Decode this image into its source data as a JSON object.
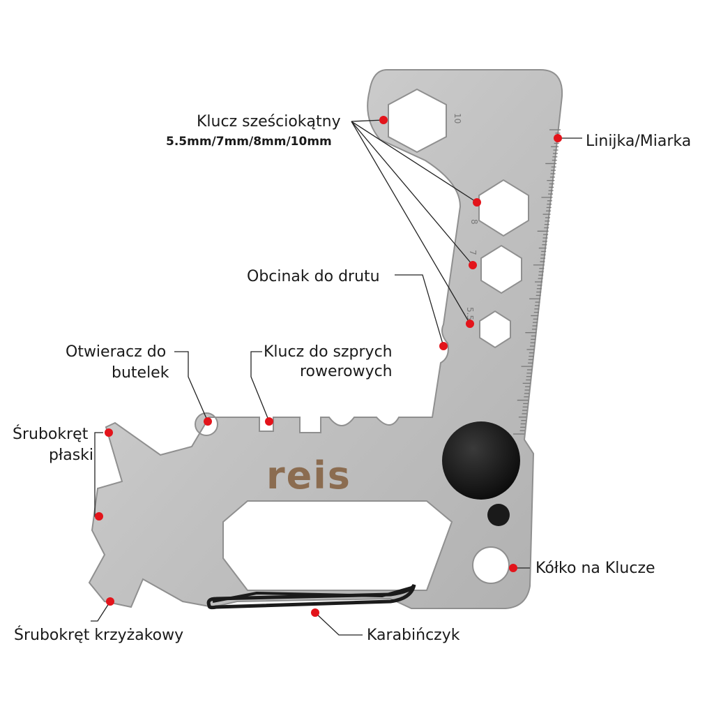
{
  "brand_logo": "reis",
  "ruler_numbers": [
    "10",
    "8",
    "7",
    "5.5"
  ],
  "colors": {
    "steel": "#c4c4c4",
    "steel_dark": "#9a9a9a",
    "marker": "#e3141b",
    "line": "#222222",
    "logo": "#8b6c50",
    "knob": "#141414"
  },
  "labels": {
    "hex_wrench_title": "Klucz sześciokątny",
    "hex_wrench_sizes": "5.5mm/7mm/8mm/10mm",
    "ruler": "Linijka/Miarka",
    "wire_cutter": "Obcinak do drutu",
    "bottle_opener_line1": "Otwieracz do",
    "bottle_opener_line2": "butelek",
    "spoke_key_line1": "Klucz do szprych",
    "spoke_key_line2": "rowerowych",
    "flat_screwdriver_line1": "Śrubokręt",
    "flat_screwdriver_line2": "płaski",
    "key_ring": "Kółko na Klucze",
    "phillips_screwdriver": "Śrubokręt krzyżakowy",
    "carabiner": "Karabińczyk"
  }
}
